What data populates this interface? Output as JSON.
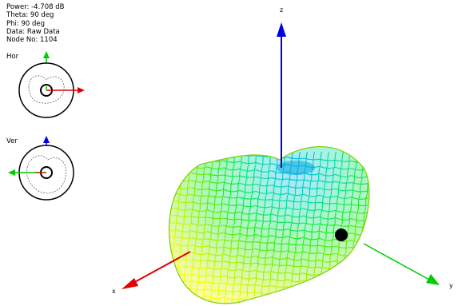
{
  "readout": {
    "power": "Power: -4.708 dB",
    "theta": "Theta: 90 deg",
    "phi": "Phi: 90 deg",
    "data": "Data: Raw Data",
    "node": "Node No: 1104"
  },
  "panels": {
    "horizontal_label": "Hor",
    "vertical_label": "Ver"
  },
  "axes": {
    "x_label": "x",
    "y_label": "y",
    "z_label": "z",
    "x_color": "#e00000",
    "y_color": "#00cc00",
    "z_color": "#0000dd"
  },
  "pattern_colors": {
    "low": "#ffff00",
    "mid": "#00ee00",
    "high": "#00bbee",
    "marker": "#000000"
  }
}
